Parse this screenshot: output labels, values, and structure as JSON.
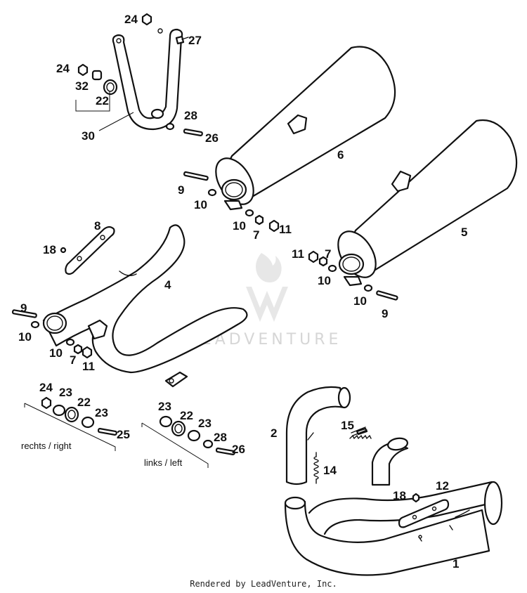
{
  "labels": {
    "p1": "1",
    "p2": "2",
    "p4": "4",
    "p5": "5",
    "p6": "6",
    "p8": "8",
    "p9a": "9",
    "p9b": "9",
    "p9c": "9",
    "p10a": "10",
    "p10b": "10",
    "p10c": "10",
    "p10d": "10",
    "p10e": "10",
    "p10f": "10",
    "p7a": "7",
    "p7b": "7",
    "p7c": "7",
    "p11a": "11",
    "p11b": "11",
    "p11c": "11",
    "p12": "12",
    "p14": "14",
    "p15": "15",
    "p18a": "18",
    "p18b": "18",
    "p22a": "22",
    "p22b": "22",
    "p22c": "22",
    "p23a": "23",
    "p23b": "23",
    "p23c": "23",
    "p23d": "23",
    "p24a": "24",
    "p24b": "24",
    "p24c": "24",
    "p25": "25",
    "p26a": "26",
    "p26b": "26",
    "p27": "27",
    "p28a": "28",
    "p28b": "28",
    "p30": "30",
    "p32": "32"
  },
  "captions": {
    "right": "rechts / right",
    "left": "links / left"
  },
  "watermark": "LEADVENTURE",
  "credit": "Rendered by LeadVenture, Inc."
}
